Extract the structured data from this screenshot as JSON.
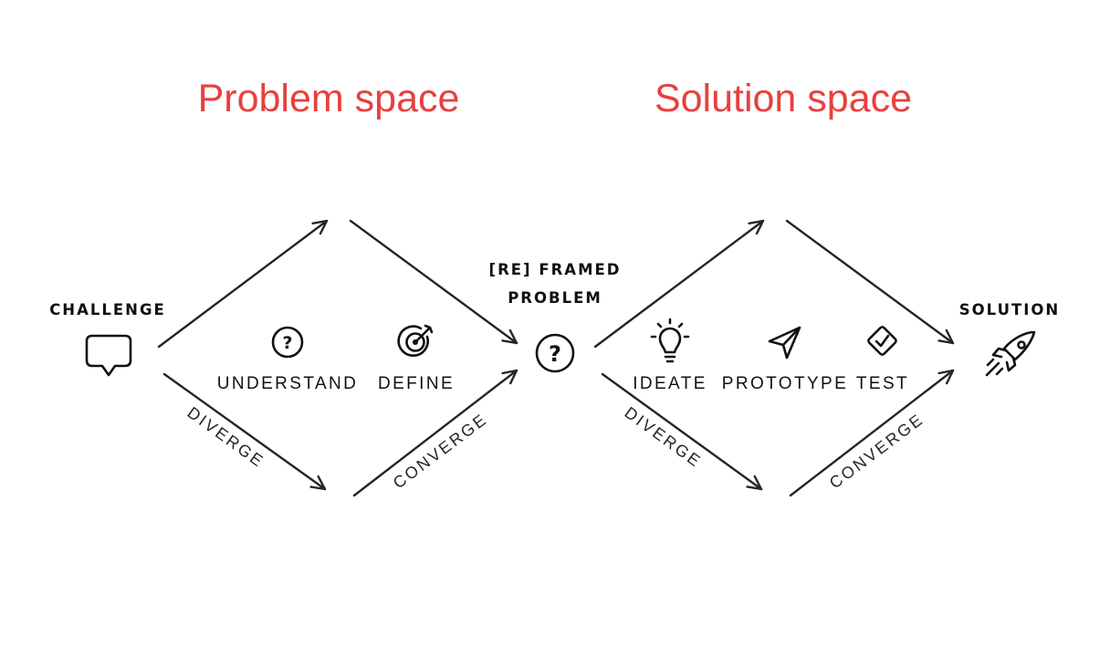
{
  "colors": {
    "accent": "#e8403f",
    "ink": "#111111",
    "line": "#2b2224"
  },
  "titles": {
    "problem_space": "Problem space",
    "solution_space": "Solution space"
  },
  "nodes": {
    "challenge": {
      "label": "CHALLENGE",
      "icon": "speech-bubble-icon"
    },
    "reframed": {
      "label_line1": "[RE] FRAMED",
      "label_line2": "PROBLEM",
      "icon": "question-circle-icon"
    },
    "solution": {
      "label": "SOLUTION",
      "icon": "rocket-icon"
    }
  },
  "stages": {
    "understand": {
      "label": "UNDERSTAND",
      "icon": "question-circle-icon"
    },
    "define": {
      "label": "DEFINE",
      "icon": "target-icon"
    },
    "ideate": {
      "label": "IDEATE",
      "icon": "lightbulb-icon"
    },
    "prototype": {
      "label": "PROTOTYPE",
      "icon": "paper-plane-icon"
    },
    "test": {
      "label": "TEST",
      "icon": "checkbox-icon"
    }
  },
  "paths": {
    "problem_diverge": "DIVERGE",
    "problem_converge": "CONVERGE",
    "solution_diverge": "DIVERGE",
    "solution_converge": "CONVERGE"
  }
}
